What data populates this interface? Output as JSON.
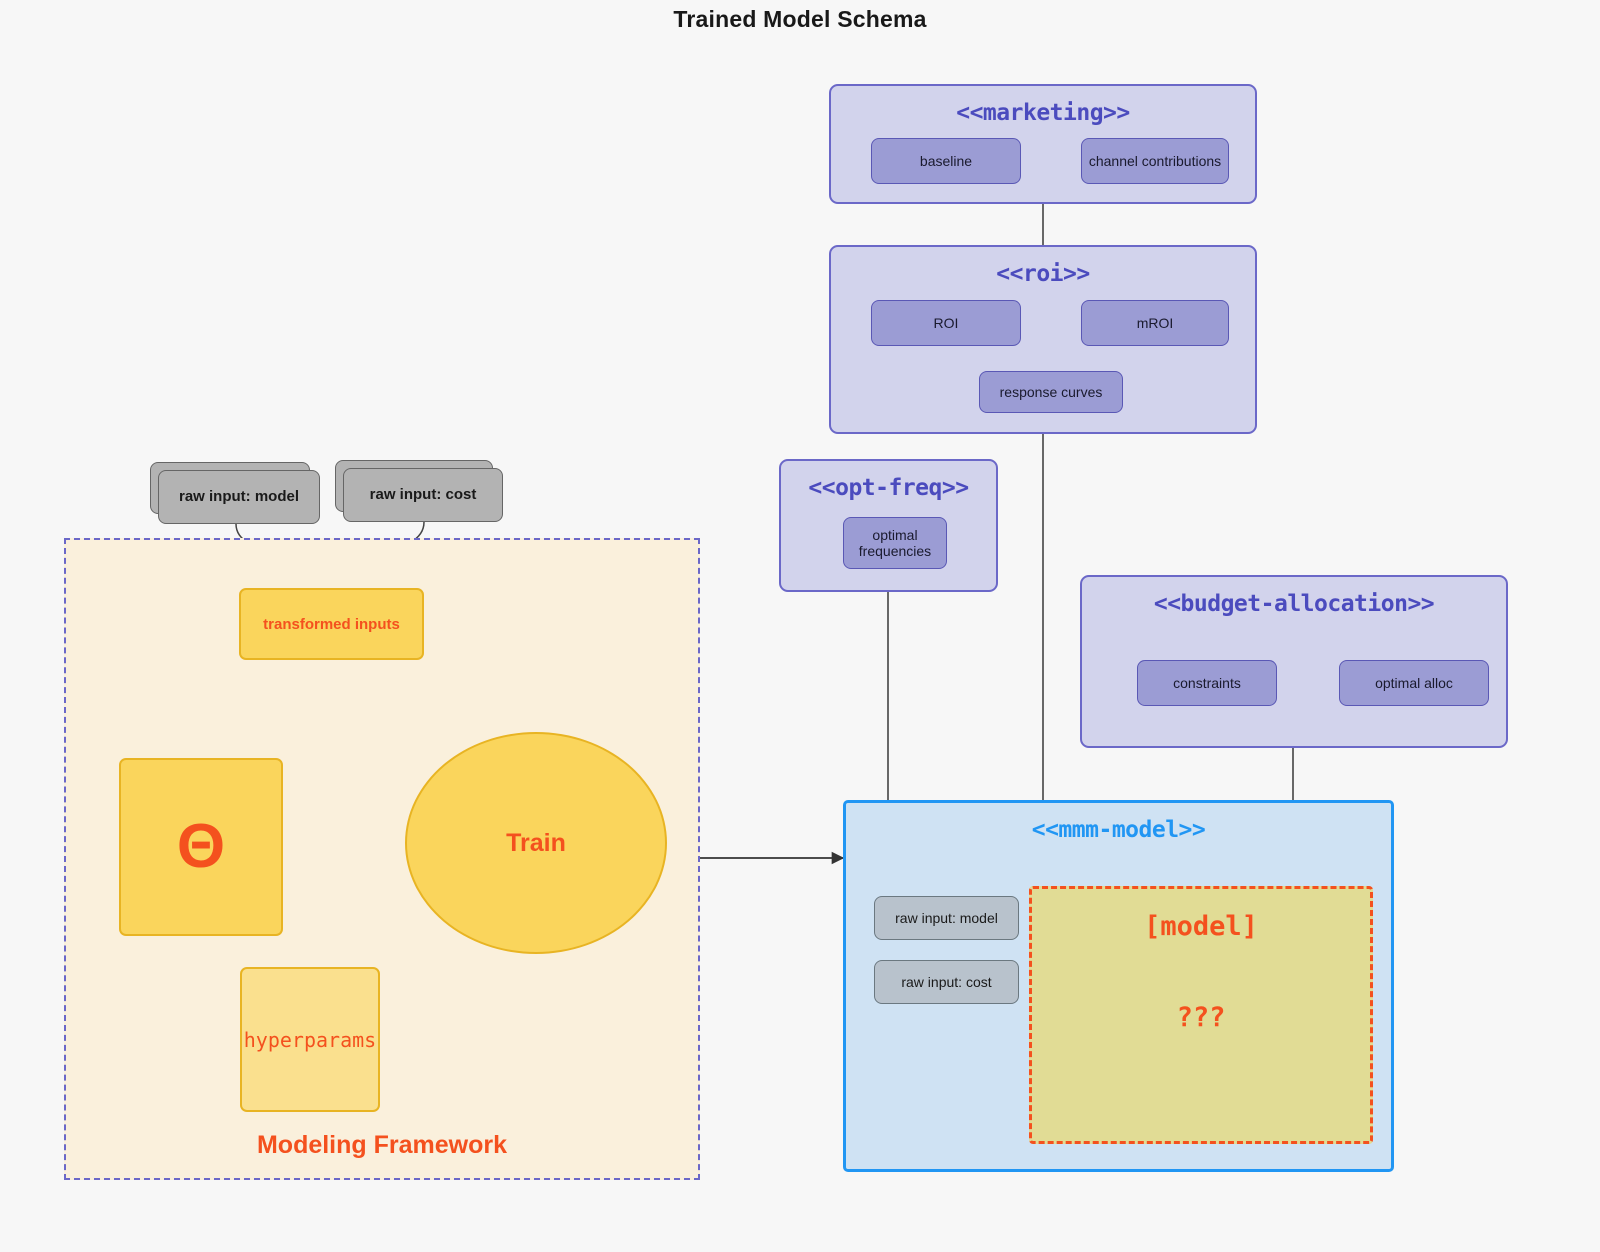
{
  "title": "Trained Model Schema",
  "colors": {
    "background": "#f7f7f7",
    "package_fill": "#d2d3ec",
    "package_border": "#6b68c8",
    "card_fill": "#9b9cd4",
    "accent_blue": "#2196f3",
    "accent_red": "#f4511e",
    "framework_fill": "#faf0dc",
    "model_fill": "#e1dc95",
    "yellow_strong": "#fad55c",
    "yellow_soft": "#fae08e",
    "gray_card": "#b3b3b3"
  },
  "packages": {
    "marketing": {
      "title": "<<marketing>>",
      "cards": [
        {
          "label": "baseline"
        },
        {
          "label": "channel contributions"
        }
      ]
    },
    "roi": {
      "title": "<<roi>>",
      "cards": [
        {
          "label": "ROI"
        },
        {
          "label": "mROI"
        },
        {
          "label": "response curves"
        }
      ]
    },
    "opt_freq": {
      "title": "<<opt-freq>>",
      "cards": [
        {
          "label": "optimal frequencies"
        }
      ]
    },
    "budget_allocation": {
      "title": "<<budget-allocation>>",
      "cards": [
        {
          "label": "constraints"
        },
        {
          "label": "optimal alloc"
        }
      ]
    },
    "mmm_model": {
      "title": "<<mmm-model>>",
      "inputs": [
        {
          "label": "raw input: model"
        },
        {
          "label": "raw input: cost"
        }
      ],
      "model_box": {
        "label": "[model]",
        "unknown": "???"
      }
    }
  },
  "framework": {
    "label": "Modeling Framework",
    "raw_inputs": [
      {
        "label": "raw input: model"
      },
      {
        "label": "raw input: cost"
      }
    ],
    "transformed_inputs": {
      "label": "transformed inputs"
    },
    "theta": {
      "label": "Θ"
    },
    "hyperparams": {
      "label": "hyperparams"
    },
    "train": {
      "label": "Train"
    }
  }
}
